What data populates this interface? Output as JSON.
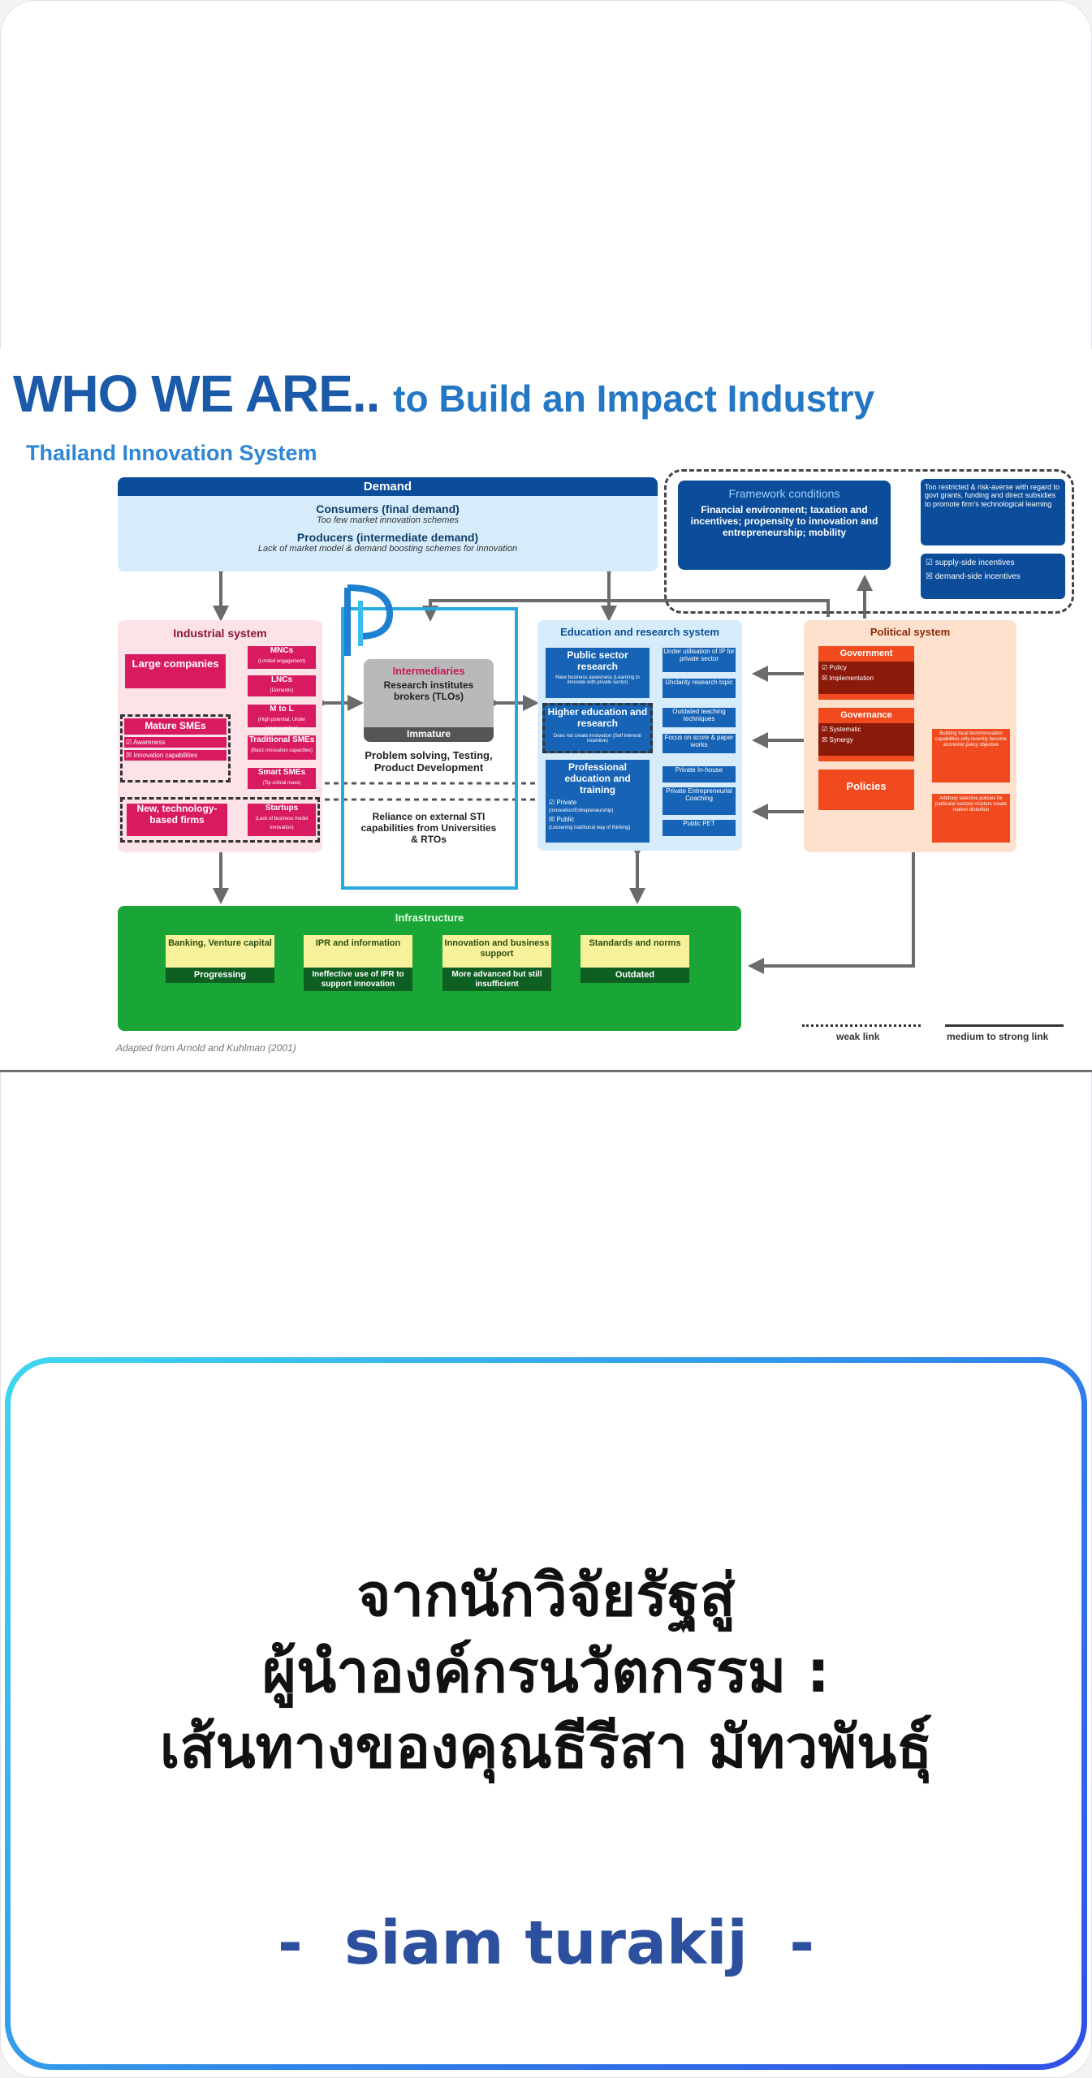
{
  "slide": {
    "title": "WHO WE ARE..",
    "title_tail": "to Build an Impact Industry",
    "subtitle": "Thailand Innovation System",
    "footnote": "Adapted from Arnold and Kuhlman (2001)",
    "legend_weak": "weak link",
    "legend_strong": "medium to strong link"
  },
  "diagram": {
    "demand": {
      "header": "Demand",
      "consumers": "Consumers (final demand)",
      "consumers_note": "Too few market innovation schemes",
      "producers": "Producers (intermediate demand)",
      "producers_note": "Lack of market model & demand boosting schemes for innovation"
    },
    "framework": {
      "title": "Framework conditions",
      "body": "Financial environment; taxation and incentives; propensity to innovation and entrepreneurship; mobility",
      "note": "Too restricted & risk-averse with regard to govt grants, funding and direct subsidies to promote firm's technological learning",
      "supply": "supply-side incentives",
      "demand": "demand-side incentives"
    },
    "industrial": {
      "header": "Industrial system",
      "large": "Large companies",
      "mncs": "MNCs",
      "mncs_note": "(Limited engagement)",
      "lncs": "LNCs",
      "lncs_note": "(Domestic)",
      "mature": "Mature SMEs",
      "awareness": "Awareness",
      "innovation_cap": "Innovation capabilities",
      "mtol": "M to L",
      "mtol_note": "(High potential, Under representative)",
      "traditional": "Traditional SMEs",
      "traditional_note": "(Basic innovation capacities)",
      "smart": "Smart SMEs",
      "smart_note": "(Tip critical mass)",
      "newtech": "New, technology-based firms",
      "startups": "Startups",
      "startups_note": "(Lack of business model innovation)"
    },
    "intermediaries": {
      "title": "Intermediaries",
      "body": "Research institutes brokers (TLOs)",
      "status": "Immature",
      "problem": "Problem solving, Testing, Product Development",
      "reliance": "Reliance on external STI capabilities from Universities & RTOs"
    },
    "education": {
      "header": "Education and research system",
      "public_research": "Public sector research",
      "public_research_note": "Have business awareness (Learning to innovate with private sector)",
      "under_util": "Under utilisation of IP for private sector",
      "unclarity": "Unclarity research topic",
      "higher_ed": "Higher education and research",
      "higher_ed_note": "Does not create innovation (Self interest/ incentive)",
      "outdated_teach": "Outdated teaching techniques",
      "focus_score": "Focus on score & paper works",
      "professional": "Professional education and training",
      "private": "Private",
      "private_note": "(Innovation/Entrepreneurship)",
      "public": "Public",
      "public_note": "(Lessening traditional way of thinking)",
      "inhouse": "Private In-house",
      "entrepreneurial": "Private Entrepreneurial Coaching",
      "public_pet": "Public PET"
    },
    "political": {
      "header": "Political system",
      "government": "Government",
      "policy": "Policy",
      "implementation": "Implementation",
      "governance": "Governance",
      "systematic": "Systematic",
      "synergy": "Synergy",
      "policies": "Policies",
      "building": "Building local tech/innovation capabilities only recently become economic policy objective",
      "arbitrary": "Arbitrary selective policies for particular sectors/ clusters create market distortion"
    },
    "infrastructure": {
      "header": "Infrastructure",
      "items": [
        {
          "name": "Banking, Venture capital",
          "status": "Progressing"
        },
        {
          "name": "IPR and information",
          "status": "Ineffective use of IPR to support innovation"
        },
        {
          "name": "Innovation and business support",
          "status": "More advanced but still insufficient"
        },
        {
          "name": "Standards and norms",
          "status": "Outdated"
        }
      ]
    }
  },
  "card": {
    "line1": "จากนักวิจัยรัฐสู่",
    "line2": "ผู้นำองค์กรนวัตกรรม :",
    "line3": "เส้นทางของคุณธีรีสา มัทวพันธุ์",
    "author": "-  siam turakij  -"
  },
  "colors": {
    "title_blue": "#1a5aa8",
    "card_border_start": "#3fd7ef",
    "card_border_end": "#3050e6",
    "author_blue": "#2c4f9e",
    "demand_blue": "#0b4d9a",
    "industrial_pink": "#d81b60",
    "political_orange": "#f04a1e",
    "infrastructure_green": "#1aa636"
  }
}
